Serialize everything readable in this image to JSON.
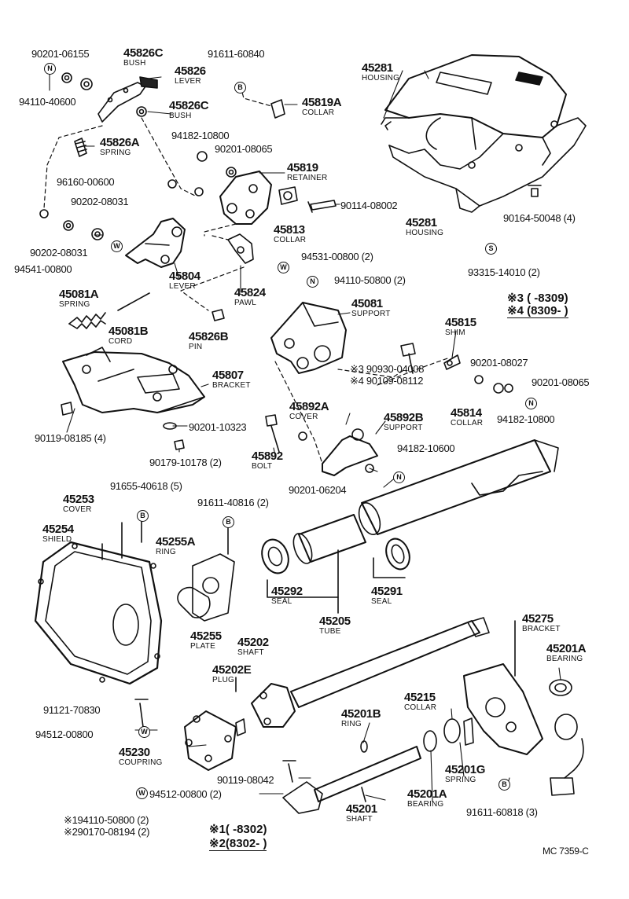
{
  "footer_code": "MC 7359-C",
  "symbols": {
    "N": "N",
    "B": "B",
    "W": "W",
    "S": "S"
  },
  "legends": {
    "top": {
      "row3": "※3 (    -8309)",
      "row4": "※4 (8309-      )"
    },
    "bottom": {
      "row1": "※1(    -8302)",
      "row2": "※2(8302-      )"
    }
  },
  "parts": [
    {
      "id": "p1",
      "number": "90201-06155"
    },
    {
      "id": "p2",
      "number": "45826C",
      "name": "BUSH"
    },
    {
      "id": "p3",
      "number": "45826",
      "name": "LEVER"
    },
    {
      "id": "p4",
      "number": "94110-40600"
    },
    {
      "id": "p5",
      "number": "45826C",
      "name": "BUSH"
    },
    {
      "id": "p6",
      "number": "45826A",
      "name": "SPRING"
    },
    {
      "id": "p7",
      "number": "96160-00600"
    },
    {
      "id": "p8",
      "number": "90202-08031"
    },
    {
      "id": "p9",
      "number": "90202-08031"
    },
    {
      "id": "p10",
      "number": "94541-00800"
    },
    {
      "id": "p11",
      "number": "91611-60840"
    },
    {
      "id": "p12",
      "number": "45819A",
      "name": "COLLAR"
    },
    {
      "id": "p13",
      "number": "94182-10800"
    },
    {
      "id": "p14",
      "number": "90201-08065"
    },
    {
      "id": "p15",
      "number": "45819",
      "name": "RETAINER"
    },
    {
      "id": "p16",
      "number": "90114-08002"
    },
    {
      "id": "p17",
      "number": "45813",
      "name": "COLLAR"
    },
    {
      "id": "p18",
      "number": "45804",
      "name": "LEVER"
    },
    {
      "id": "p19",
      "number": "94531-00800 (2)"
    },
    {
      "id": "p20",
      "number": "94110-50800 (2)"
    },
    {
      "id": "p21",
      "number": "45824",
      "name": "PAWL"
    },
    {
      "id": "p22",
      "number": "45281",
      "name": "HOUSING"
    },
    {
      "id": "p23",
      "number": "45281",
      "name": "HOUSING"
    },
    {
      "id": "p24",
      "number": "90164-50048 (4)"
    },
    {
      "id": "p25",
      "number": "93315-14010 (2)"
    },
    {
      "id": "p26",
      "number": "45081A",
      "name": "SPRING"
    },
    {
      "id": "p27",
      "number": "45081B",
      "name": "CORD"
    },
    {
      "id": "p28",
      "number": "45826B",
      "name": "PIN"
    },
    {
      "id": "p29",
      "number": "45081",
      "name": "SUPPORT"
    },
    {
      "id": "p30",
      "number": "45815",
      "name": "SHIM"
    },
    {
      "id": "p31",
      "number": "※3 90930-04008"
    },
    {
      "id": "p32",
      "number": "※4 90109-08112"
    },
    {
      "id": "p33",
      "number": "90201-08027"
    },
    {
      "id": "p34",
      "number": "90201-08065"
    },
    {
      "id": "p35",
      "number": "45807",
      "name": "BRACKET"
    },
    {
      "id": "p36",
      "number": "45814",
      "name": "COLLAR"
    },
    {
      "id": "p37",
      "number": "94182-10800"
    },
    {
      "id": "p38",
      "number": "90119-08185 (4)"
    },
    {
      "id": "p39",
      "number": "45892A",
      "name": "COVER"
    },
    {
      "id": "p40",
      "number": "45892B",
      "name": "SUPPORT"
    },
    {
      "id": "p41",
      "number": "90201-10323"
    },
    {
      "id": "p42",
      "number": "45892",
      "name": "BOLT"
    },
    {
      "id": "p43",
      "number": "90179-10178 (2)"
    },
    {
      "id": "p44",
      "number": "94182-10600"
    },
    {
      "id": "p45",
      "number": "90201-06204"
    },
    {
      "id": "p46",
      "number": "91655-40618 (5)"
    },
    {
      "id": "p47",
      "number": "45253",
      "name": "COVER"
    },
    {
      "id": "p48",
      "number": "91611-40816 (2)"
    },
    {
      "id": "p49",
      "number": "45254",
      "name": "SHIELD"
    },
    {
      "id": "p50",
      "number": "45255A",
      "name": "RING"
    },
    {
      "id": "p51",
      "number": "45292",
      "name": "SEAL"
    },
    {
      "id": "p52",
      "number": "45291",
      "name": "SEAL"
    },
    {
      "id": "p53",
      "number": "45205",
      "name": "TUBE"
    },
    {
      "id": "p54",
      "number": "45255",
      "name": "PLATE"
    },
    {
      "id": "p55",
      "number": "45202",
      "name": "SHAFT"
    },
    {
      "id": "p56",
      "number": "45275",
      "name": "BRACKET"
    },
    {
      "id": "p57",
      "number": "45201A",
      "name": "BEARING"
    },
    {
      "id": "p58",
      "number": "45202E",
      "name": "PLUG"
    },
    {
      "id": "p59",
      "number": "91121-70830"
    },
    {
      "id": "p60",
      "number": "45215",
      "name": "COLLAR"
    },
    {
      "id": "p61",
      "number": "45201B",
      "name": "RING"
    },
    {
      "id": "p62",
      "number": "94512-00800"
    },
    {
      "id": "p63",
      "number": "45230",
      "name": "COUPRING"
    },
    {
      "id": "p64",
      "number": "45201G",
      "name": "SPRING"
    },
    {
      "id": "p65",
      "number": "90119-08042"
    },
    {
      "id": "p66",
      "number": "45201A",
      "name": "BEARING"
    },
    {
      "id": "p67",
      "number": "94512-00800 (2)"
    },
    {
      "id": "p68",
      "number": "45201",
      "name": "SHAFT"
    },
    {
      "id": "p69",
      "number": "91611-60818 (3)"
    },
    {
      "id": "p70",
      "number": "※194110-50800 (2)"
    },
    {
      "id": "p71",
      "number": "※290170-08194 (2)"
    }
  ]
}
